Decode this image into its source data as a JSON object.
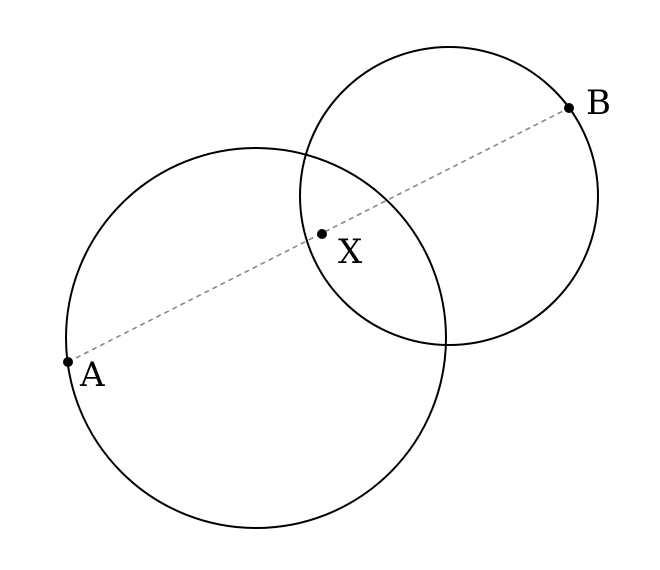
{
  "diagram": {
    "points": {
      "A": {
        "label": "A"
      },
      "B": {
        "label": "B"
      },
      "X": {
        "label": "X"
      }
    },
    "colors": {
      "stroke": "#000000",
      "dashed_line": "#888888",
      "background": "#ffffff"
    }
  }
}
